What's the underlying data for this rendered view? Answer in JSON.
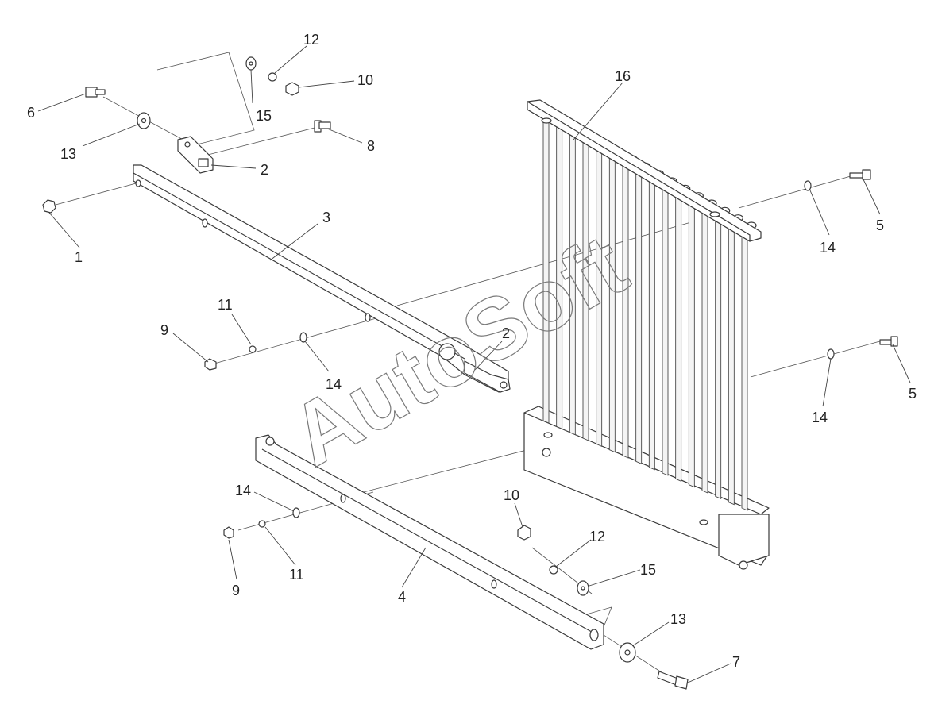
{
  "watermark": {
    "text": "AutoSoft"
  },
  "callouts": [
    {
      "id": "c1",
      "text": "1"
    },
    {
      "id": "c2a",
      "text": "2"
    },
    {
      "id": "c2b",
      "text": "2"
    },
    {
      "id": "c3",
      "text": "3"
    },
    {
      "id": "c4",
      "text": "4"
    },
    {
      "id": "c5a",
      "text": "5"
    },
    {
      "id": "c5b",
      "text": "5"
    },
    {
      "id": "c6",
      "text": "6"
    },
    {
      "id": "c7",
      "text": "7"
    },
    {
      "id": "c8",
      "text": "8"
    },
    {
      "id": "c9a",
      "text": "9"
    },
    {
      "id": "c9b",
      "text": "9"
    },
    {
      "id": "c10a",
      "text": "10"
    },
    {
      "id": "c10b",
      "text": "10"
    },
    {
      "id": "c11a",
      "text": "11"
    },
    {
      "id": "c11b",
      "text": "11"
    },
    {
      "id": "c12a",
      "text": "12"
    },
    {
      "id": "c12b",
      "text": "12"
    },
    {
      "id": "c13a",
      "text": "13"
    },
    {
      "id": "c13b",
      "text": "13"
    },
    {
      "id": "c14a",
      "text": "14"
    },
    {
      "id": "c14b",
      "text": "14"
    },
    {
      "id": "c14c",
      "text": "14"
    },
    {
      "id": "c14d",
      "text": "14"
    },
    {
      "id": "c15a",
      "text": "15"
    },
    {
      "id": "c15b",
      "text": "15"
    },
    {
      "id": "c16",
      "text": "16"
    }
  ]
}
